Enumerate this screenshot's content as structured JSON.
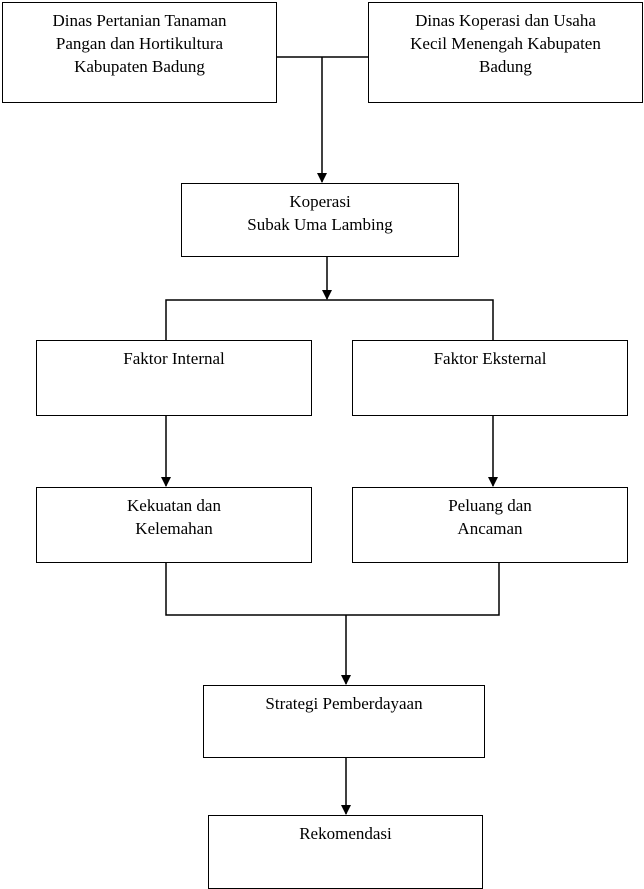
{
  "diagram": {
    "nodes": {
      "dinas_pertanian": "Dinas Pertanian Tanaman\nPangan dan Hortikultura\nKabupaten Badung",
      "dinas_koperasi": "Dinas Koperasi dan Usaha\nKecil Menengah Kabupaten\nBadung",
      "koperasi": "Koperasi\nSubak Uma Lambing",
      "faktor_internal": "Faktor Internal",
      "faktor_eksternal": "Faktor Eksternal",
      "kekuatan_kelemahan": "Kekuatan dan\nKelemahan",
      "peluang_ancaman": "Peluang dan\nAncaman",
      "strategi": "Strategi Pemberdayaan",
      "rekomendasi": "Rekomendasi"
    }
  }
}
